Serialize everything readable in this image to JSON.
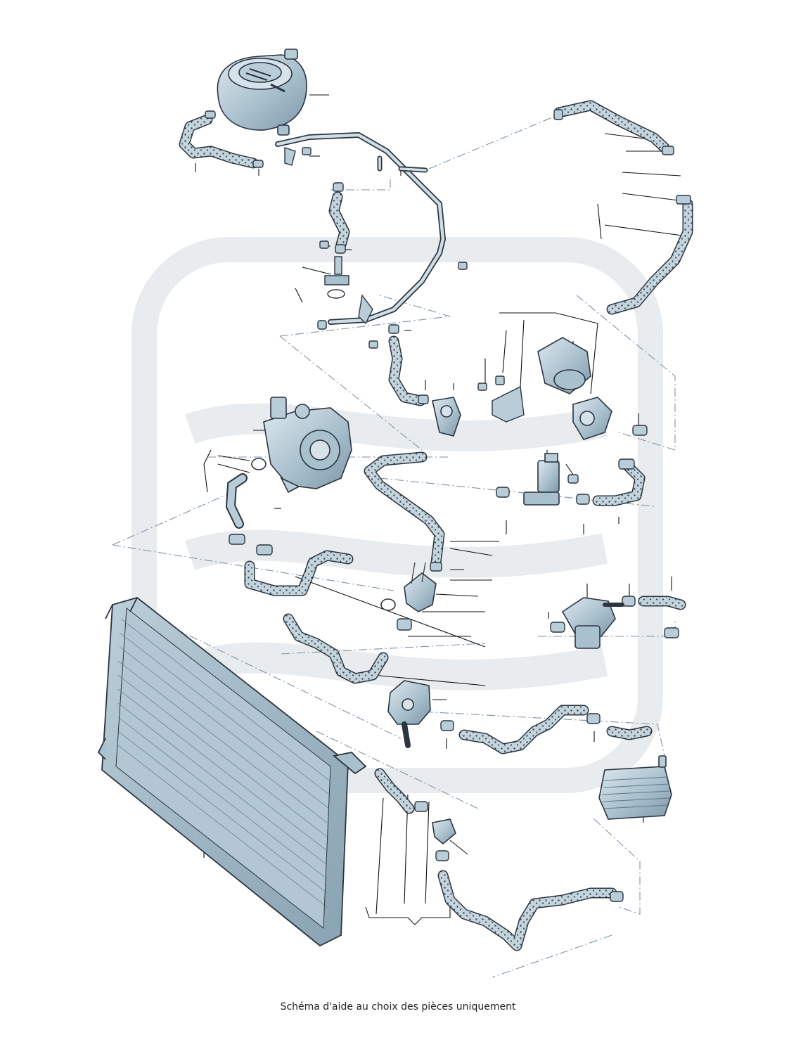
{
  "caption": "Schéma d'aide au choix des pièces uniquement",
  "colors": {
    "outline": "#2b3440",
    "part_fill": "#b8cdd8",
    "part_fill_light": "#d6e3ea",
    "part_shade": "#7f98a8",
    "hose_fill": "#c4d4dd",
    "hose_dots": "#38444e",
    "guide_line": "#7d93a8",
    "leader_line": "#111111",
    "watermark": "#e9ecef"
  },
  "parts": [
    {
      "name": "expansion-tank"
    },
    {
      "name": "coolant-pipe"
    },
    {
      "name": "water-pump-housing"
    },
    {
      "name": "auxiliary-pump"
    },
    {
      "name": "control-valve"
    },
    {
      "name": "heater-valve"
    },
    {
      "name": "thermostat-housing"
    },
    {
      "name": "secondary-pump"
    },
    {
      "name": "radiator"
    },
    {
      "name": "oil-cooler"
    }
  ]
}
